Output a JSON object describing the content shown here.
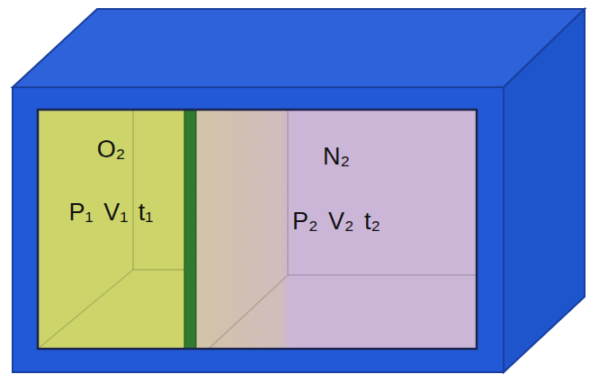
{
  "diagram": {
    "nodes": [
      {
        "text": [
          "O₂",
          "P₁ V₁ t₁"
        ]
      },
      {
        "text": [
          "N₂",
          "P₂ V₂ t₂"
        ]
      }
    ]
  }
}
